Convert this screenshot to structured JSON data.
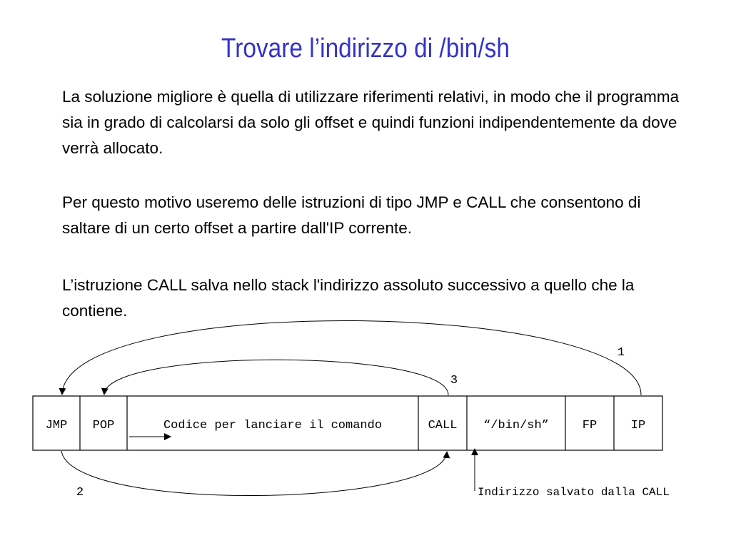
{
  "slide": {
    "title": "Trovare l’indirizzo di /bin/sh",
    "paragraphs": [
      "La soluzione migliore è quella di utilizzare riferimenti relativi, in modo che il programma sia in grado di calcolarsi da solo gli offset e quindi funzioni indipendentemente da dove verrà allocato.",
      "Per questo motivo useremo delle istruzioni di tipo JMP e CALL che consentono di saltare di un certo offset a partire dall'IP corrente.",
      "L’istruzione CALL salva nello stack l'indirizzo assoluto successivo a quello che la contiene."
    ]
  },
  "diagram": {
    "cells": [
      "JMP",
      "POP",
      "Codice per lanciare il comando",
      "CALL",
      "“/bin/sh”",
      "FP",
      "IP"
    ],
    "arrow_labels": [
      "1",
      "2",
      "3"
    ],
    "annotation": "Indirizzo salvato dalla CALL",
    "colors": {
      "line": "#000000",
      "text": "#000000"
    }
  }
}
